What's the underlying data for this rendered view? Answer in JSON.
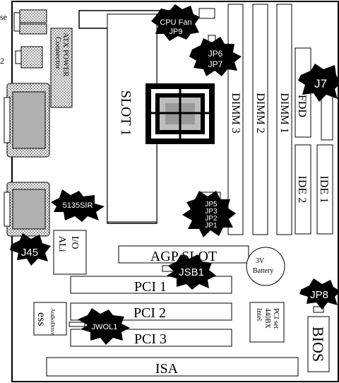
{
  "edge_labels": {
    "top_left": "se",
    "mid_left": "2"
  },
  "labels": {
    "atx_power": "ATX POWER",
    "connector": "Connector",
    "slot1": "SLOT 1",
    "dimm3": "DIMM 3",
    "dimm2": "DIMM 2",
    "dimm1": "DIMM 1",
    "fdd": "FDD",
    "ide2": "IDE 2",
    "ide1": "IDE 1",
    "agp": "AGP SLOT",
    "battery_3v": "3V",
    "battery": "Battery",
    "ali": "ALi",
    "io": "I/O",
    "pci1": "PCI 1",
    "pci2": "PCI 2",
    "pci3": "PCI 3",
    "isa": "ISA",
    "bios": "BIOS",
    "ess": "ess",
    "audiodrive": "AudioDrive",
    "intel": "Intel",
    "chipset_440bx": "440BX",
    "pciset": "PCI set"
  },
  "callouts": {
    "cpu_fan": "CPU Fan",
    "jp9": "JP9",
    "jp6": "JP6",
    "jp7": "JP7",
    "j7": "J7",
    "sir": "5135SIR",
    "jp5": "JP5",
    "jp3": "JP3",
    "jp2": "JP2",
    "jp1": "JP1",
    "j45": "J45",
    "jsb1": "JSB1",
    "jp8": "JP8",
    "jwol1": "JWOL1"
  },
  "colors": {
    "callout_fill": "#000000",
    "callout_text": "#ffffff",
    "outline": "#000000",
    "shade": "#c8c8c8"
  }
}
